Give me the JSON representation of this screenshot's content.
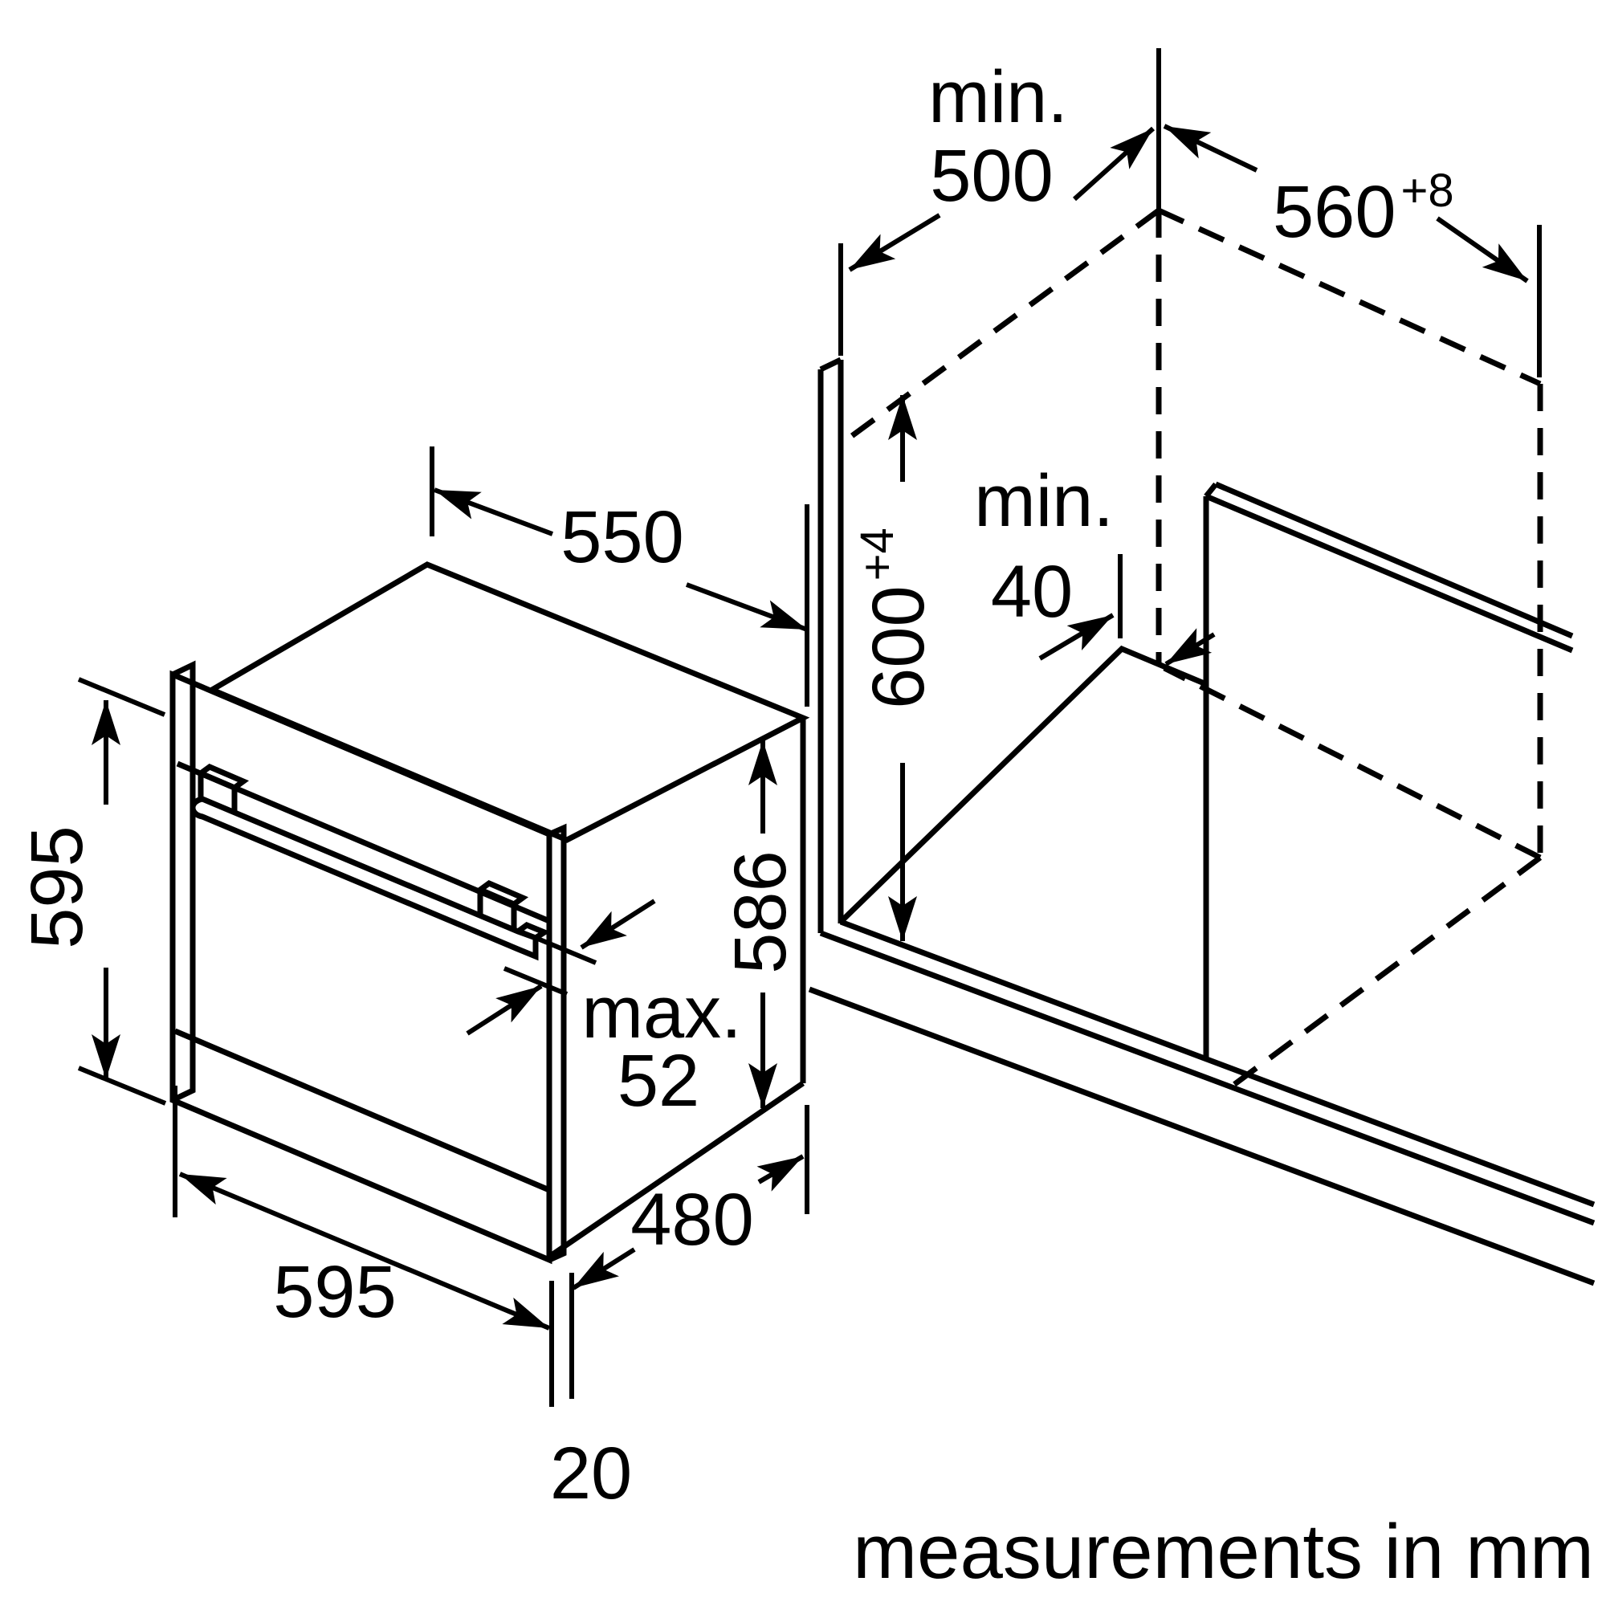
{
  "note": "measurements in mm",
  "oven": {
    "dim_top_width": "550",
    "dim_front_height": "595",
    "dim_front_width": "595",
    "dim_body_height": "586",
    "dim_handle_label": "max.",
    "dim_handle_value": "52",
    "dim_body_depth": "480",
    "dim_frame_overhang": "20"
  },
  "niche": {
    "dim_depth_label": "min.",
    "dim_depth_value": "500",
    "dim_width_base": "560",
    "dim_width_tol": "+8",
    "dim_height_base": "600",
    "dim_height_tol": "+4",
    "dim_rear_gap_label": "min.",
    "dim_rear_gap_value": "40"
  }
}
